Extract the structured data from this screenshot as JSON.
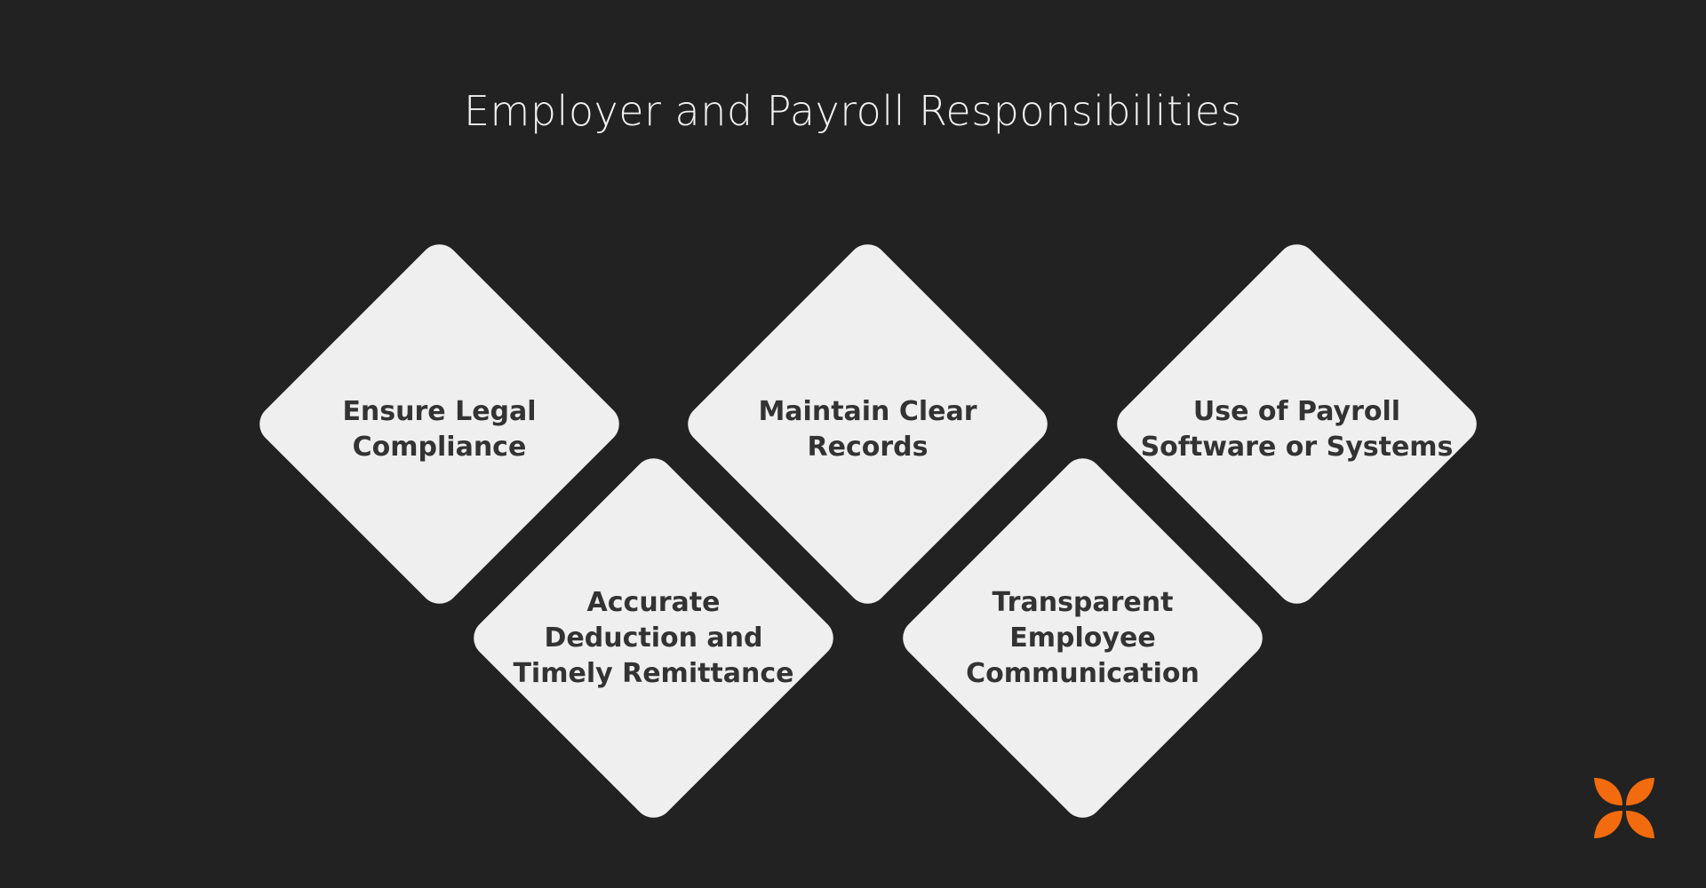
{
  "title": "Employer and Payroll Responsibilities",
  "diagram": {
    "items": [
      {
        "label": "Ensure Legal\nCompliance"
      },
      {
        "label": "Maintain Clear\nRecords"
      },
      {
        "label": "Use of Payroll\nSoftware or Systems"
      },
      {
        "label": "Accurate\nDeduction and\nTimely Remittance"
      },
      {
        "label": "Transparent\nEmployee\nCommunication"
      }
    ]
  },
  "colors": {
    "background": "#222222",
    "diamond_fill": "#efefef",
    "text_dark": "#333333",
    "title_text": "#f2f2f2",
    "logo_accent": "#f26b0f"
  },
  "logo": {
    "icon": "butterfly-logo-icon"
  }
}
